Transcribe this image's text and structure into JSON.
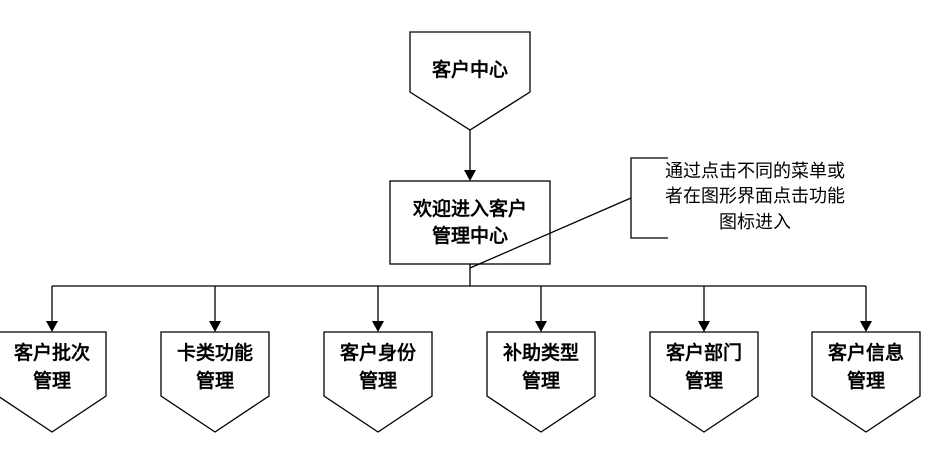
{
  "top_node": {
    "label": "客户中心"
  },
  "welcome_node": {
    "line1": "欢迎进入客户",
    "line2": "管理中心"
  },
  "callout": {
    "lines": [
      "通过点击不同的菜单或",
      "者在图形界面点击功能",
      "图标进入"
    ]
  },
  "children": [
    {
      "line1": "客户批次",
      "line2": "管理"
    },
    {
      "line1": "卡类功能",
      "line2": "管理"
    },
    {
      "line1": "客户身份",
      "line2": "管理"
    },
    {
      "line1": "补助类型",
      "line2": "管理"
    },
    {
      "line1": "客户部门",
      "line2": "管理"
    },
    {
      "line1": "客户信息",
      "line2": "管理"
    }
  ]
}
